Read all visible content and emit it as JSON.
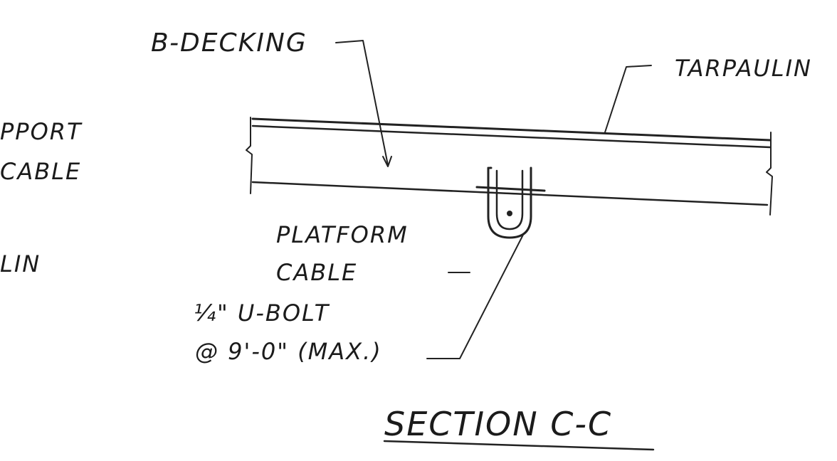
{
  "labels": {
    "b_decking": "B-DECKING",
    "tarpaulin_right": "TARPAULIN",
    "support_cable_line1": "PPORT",
    "support_cable_line2": "CABLE",
    "tarpaulin_left_partial": "LIN",
    "platform_cable_line1": "PLATFORM",
    "platform_cable_line2": "CABLE",
    "u_bolt_line1": "¼\" U-BOLT",
    "u_bolt_line2": "@ 9'-0\" (MAX.)",
    "section_title": "SECTION C-C"
  },
  "colors": {
    "ink": "#1b1b1b",
    "paper": "#ffffff"
  }
}
